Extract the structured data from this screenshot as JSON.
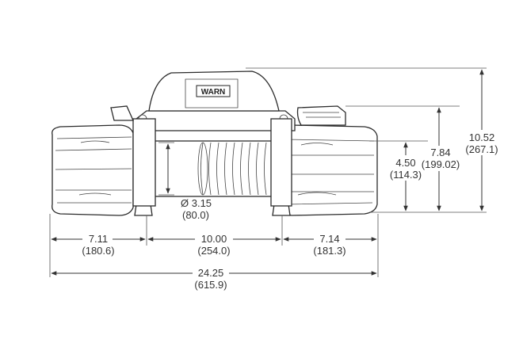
{
  "drawing": {
    "logo_text": "WARN",
    "dimensions": {
      "left_drum_end": {
        "inch": "7.11",
        "mm": "(180.6)"
      },
      "drum_length": {
        "inch": "10.00",
        "mm": "(254.0)"
      },
      "right_drum_end": {
        "inch": "7.14",
        "mm": "(181.3)"
      },
      "overall_length": {
        "inch": "24.25",
        "mm": "(615.9)"
      },
      "drum_diameter": {
        "inch": "Ø 3.15",
        "mm": "(80.0)"
      },
      "mount_height": {
        "inch": "4.50",
        "mm": "(114.3)"
      },
      "control_height": {
        "inch": "7.84",
        "mm": "(199.02)"
      },
      "overall_height": {
        "inch": "10.52",
        "mm": "(267.1)"
      }
    }
  },
  "colors": {
    "line": "#333333",
    "background": "#ffffff"
  }
}
